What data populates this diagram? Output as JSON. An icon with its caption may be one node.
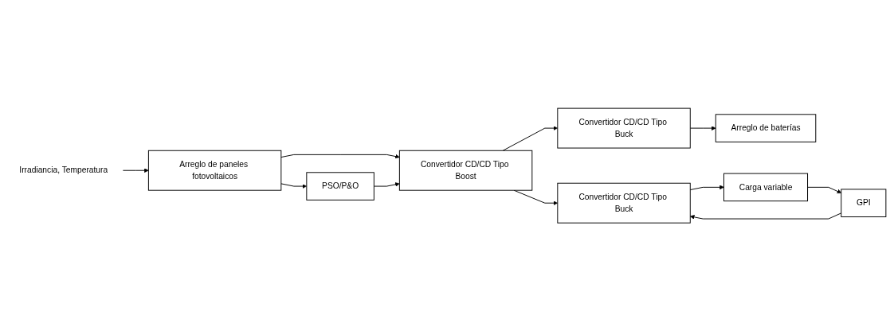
{
  "diagram": {
    "nodes": [
      {
        "text": [
          "Irradiancia, Temperatura"
        ]
      },
      {
        "text": [
          "Arreglo de paneles fotovoltaicos"
        ]
      },
      {
        "text": [
          "Convertidor CD/CD Tipo Boost"
        ]
      },
      {
        "text": [
          "Convertidor CD/CD Tipo Buck"
        ]
      },
      {
        "text": [
          "Arreglo de baterías"
        ]
      },
      {
        "text": [
          "Convertidor CD/CD Tipo Buck"
        ]
      },
      {
        "text": [
          "Carga variable"
        ]
      },
      {
        "text": [
          "PSO/P&O"
        ]
      },
      {
        "text": [
          "GPI"
        ]
      }
    ],
    "edges": [
      {
        "from": 0,
        "to": 1,
        "arrow": "to"
      },
      {
        "from": 1,
        "to": 2,
        "arrow": "to"
      },
      {
        "from": 2,
        "to": 3,
        "arrow": "to"
      },
      {
        "from": 2,
        "to": 5,
        "arrow": "to"
      },
      {
        "from": 3,
        "to": 4,
        "arrow": "to"
      },
      {
        "from": 5,
        "to": 6,
        "arrow": "to"
      },
      {
        "from": 1,
        "to": 7,
        "arrow": "to"
      },
      {
        "from": 7,
        "to": 2,
        "arrow": "to"
      },
      {
        "from": 6,
        "to": 8,
        "arrow": "to"
      },
      {
        "from": 8,
        "to": 5,
        "arrow": "to"
      }
    ]
  }
}
